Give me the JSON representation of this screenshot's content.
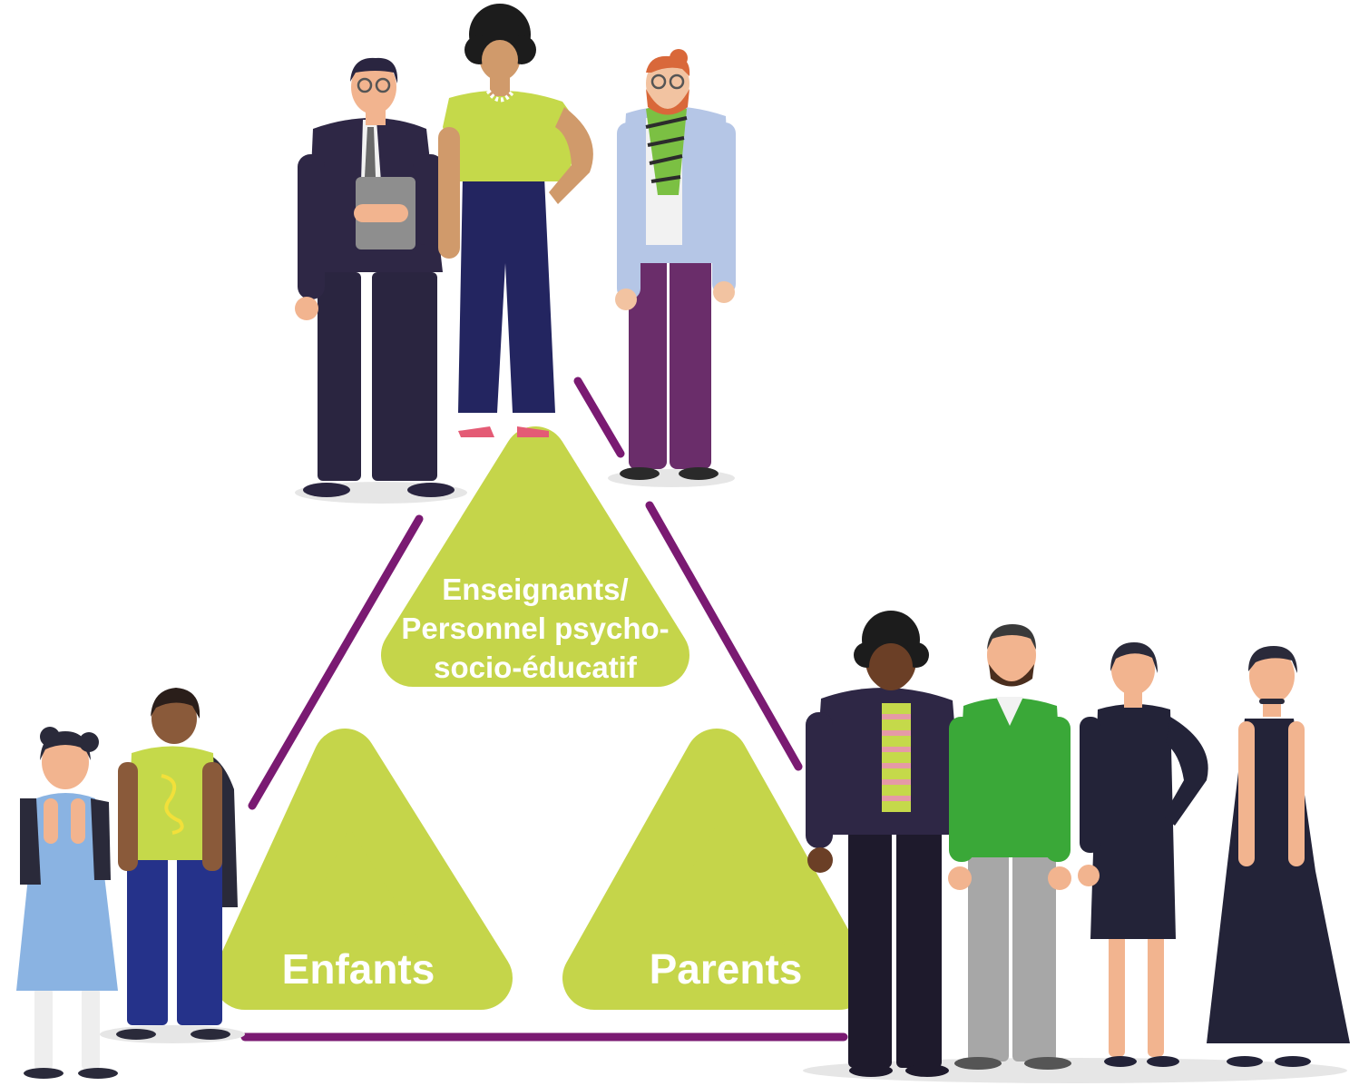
{
  "diagram": {
    "groups": {
      "top": {
        "lines": [
          "Enseignants/",
          "Personnel psycho-",
          "socio-éducatif"
        ]
      },
      "left": {
        "label": "Enfants"
      },
      "right": {
        "label": "Parents"
      }
    },
    "colors": {
      "triangle": "#c5d54a",
      "connector": "#7a1a72",
      "label_text": "#ffffff",
      "shadow": "#e6e6e6"
    }
  }
}
